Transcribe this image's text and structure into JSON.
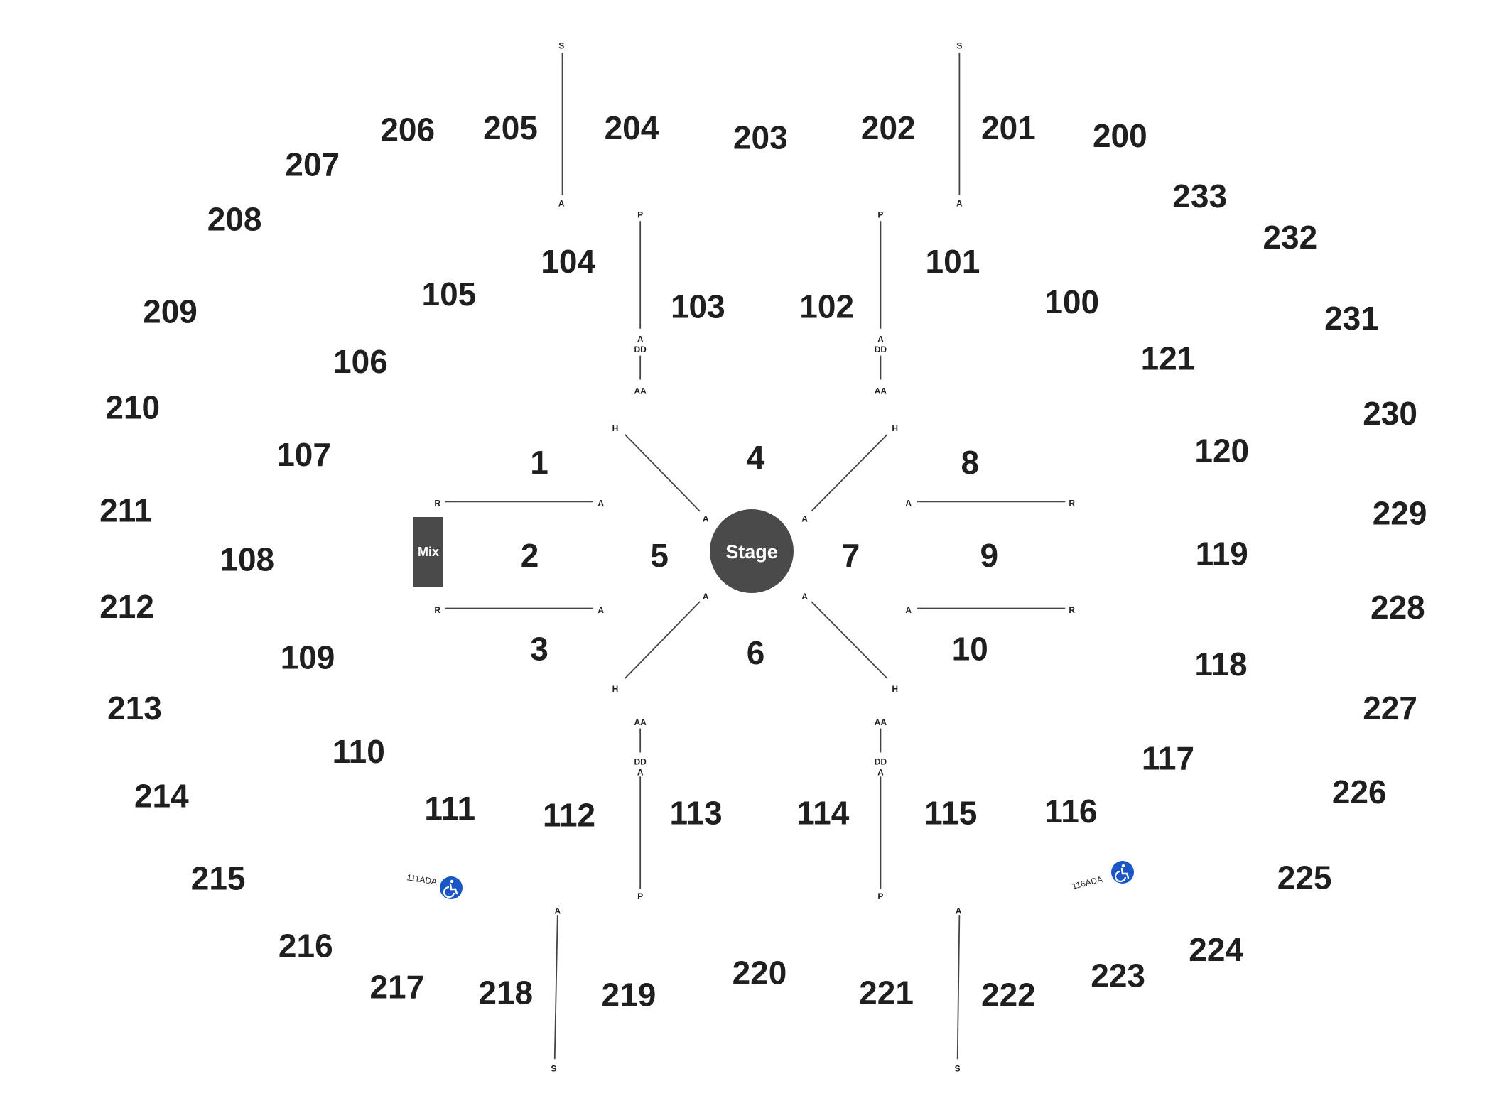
{
  "stage": {
    "label": "Stage"
  },
  "mix": {
    "label": "Mix"
  },
  "colors": {
    "stage": "#4a4a4a",
    "ada": "#1a56c4",
    "text": "#1f1f1f"
  },
  "ada": [
    {
      "label": "111ADA",
      "icon": "wheelchair-icon"
    },
    {
      "label": "116ADA",
      "icon": "wheelchair-icon"
    }
  ],
  "floor_sections": [
    "1",
    "2",
    "3",
    "4",
    "5",
    "6",
    "7",
    "8",
    "9",
    "10"
  ],
  "lower_sections": [
    "100",
    "101",
    "102",
    "103",
    "104",
    "105",
    "106",
    "107",
    "108",
    "109",
    "110",
    "111",
    "112",
    "113",
    "114",
    "115",
    "116",
    "117",
    "118",
    "119",
    "120",
    "121"
  ],
  "upper_sections": [
    "200",
    "201",
    "202",
    "203",
    "204",
    "205",
    "206",
    "207",
    "208",
    "209",
    "210",
    "211",
    "212",
    "213",
    "214",
    "215",
    "216",
    "217",
    "218",
    "219",
    "220",
    "221",
    "222",
    "223",
    "224",
    "225",
    "226",
    "227",
    "228",
    "229",
    "230",
    "231",
    "232",
    "233"
  ],
  "row_labels": {
    "A": "A",
    "S": "S",
    "P": "P",
    "DD": "DD",
    "AA": "AA",
    "H": "H",
    "R": "R"
  }
}
